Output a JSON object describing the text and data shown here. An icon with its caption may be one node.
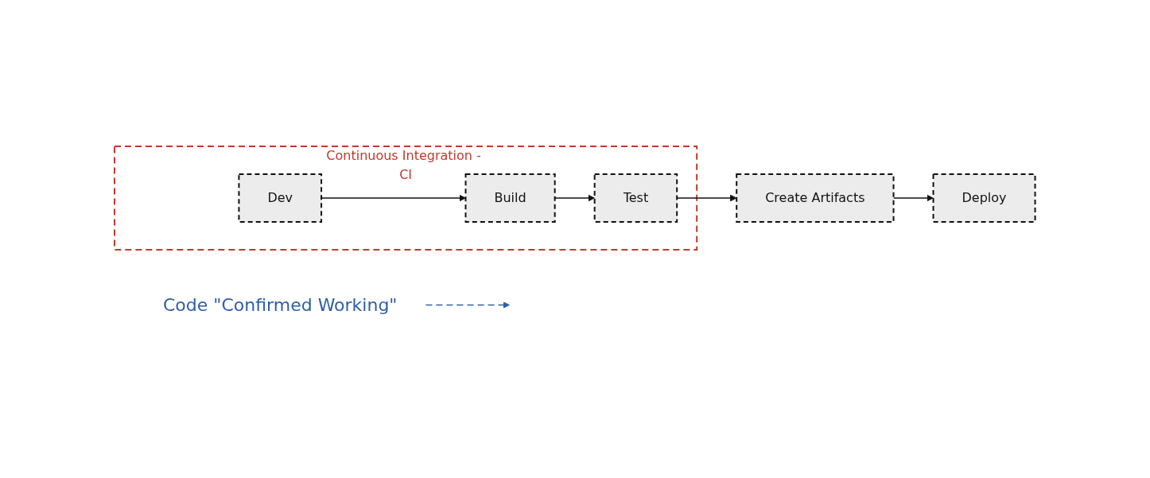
{
  "diagram": {
    "nodes": [
      {
        "text": [
          "Continuous Integration - CI"
        ]
      },
      {
        "text": [
          "Dev"
        ],
        "in": 0
      },
      {
        "text": [
          "Build"
        ],
        "in": 0
      },
      {
        "text": [
          "Test"
        ],
        "in": 0
      },
      {
        "text": [
          "Create Artifacts"
        ]
      },
      {
        "text": [
          "Deploy"
        ]
      },
      {
        "text": [
          "Code \"Confirmed Working\""
        ]
      }
    ],
    "edges": [
      {
        "from": 1,
        "to": 2,
        "arrow": "to"
      },
      {
        "from": 2,
        "to": 3,
        "arrow": "to"
      },
      {
        "from": 3,
        "to": 4,
        "arrow": "to"
      },
      {
        "from": 4,
        "to": 5,
        "arrow": "to"
      },
      {
        "from": 6,
        "to": null,
        "arrow": "to",
        "style": "dashed",
        "color": "#2f5fa8"
      }
    ]
  }
}
